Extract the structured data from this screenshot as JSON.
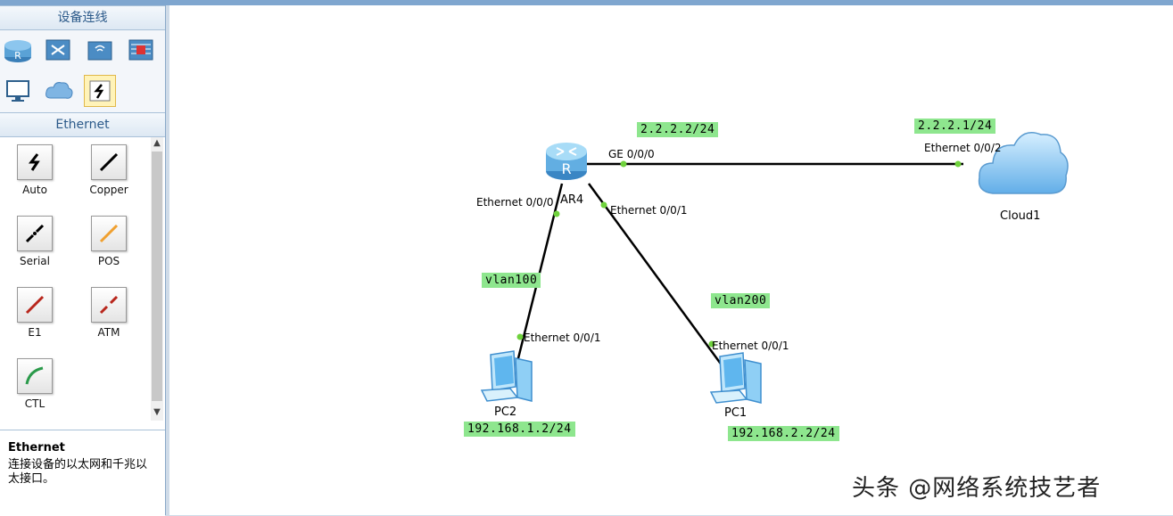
{
  "sidebar": {
    "device_header": "设备连线",
    "cable_header": "Ethernet",
    "cables": [
      {
        "label": "Auto"
      },
      {
        "label": "Copper"
      },
      {
        "label": "Serial"
      },
      {
        "label": "POS"
      },
      {
        "label": "E1"
      },
      {
        "label": "ATM"
      },
      {
        "label": "CTL"
      }
    ],
    "info_title": "Ethernet",
    "info_desc": "连接设备的以太网和千兆以太接口。"
  },
  "topology": {
    "router": {
      "name": "AR4",
      "port_up": "GE 0/0/0",
      "port_left": "Ethernet 0/0/0",
      "port_right": "Ethernet 0/0/1"
    },
    "cloud": {
      "name": "Cloud1",
      "port": "Ethernet 0/0/2",
      "ip": "2.2.2.1/24"
    },
    "router_ip": "2.2.2.2/24",
    "pc2": {
      "name": "PC2",
      "port": "Ethernet 0/0/1",
      "ip": "192.168.1.2/24",
      "vlan": "vlan100"
    },
    "pc1": {
      "name": "PC1",
      "port": "Ethernet 0/0/1",
      "ip": "192.168.2.2/24",
      "vlan": "vlan200"
    }
  },
  "watermark": "头条 @网络系统技艺者",
  "colors": {
    "label_bg": "#8ee68e",
    "port_dot": "#6fd23c",
    "header_text": "#2c5a8a"
  }
}
